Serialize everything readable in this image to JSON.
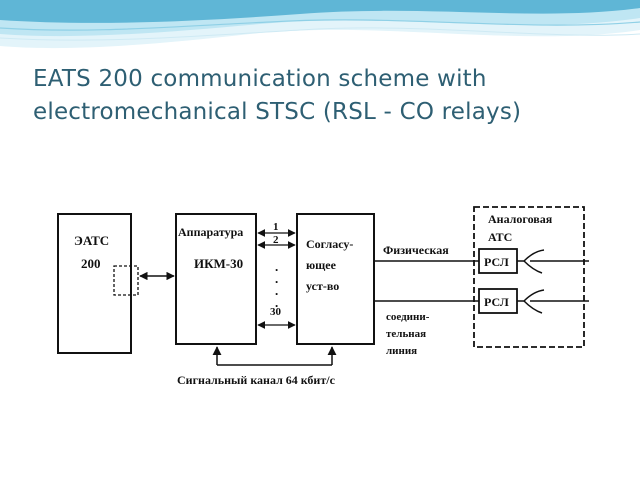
{
  "slide": {
    "title_line1": "EATS 200 communication scheme with",
    "title_line2": "electromechanical STSC (RSL - CO relays)"
  },
  "colors": {
    "title": "#2e5f73",
    "header_wave_dark": "#5fb6d6",
    "header_wave_light": "#bfe6f3",
    "header_wave_pale": "#e3f4fa"
  },
  "diagram": {
    "eats": {
      "line1": "ЭАТС",
      "line2": "200"
    },
    "pcm": {
      "line1": "Аппаратура",
      "line2": "ИКМ-30"
    },
    "channels": {
      "c1": "1",
      "c2": "2",
      "dots": ".",
      "c30": "30"
    },
    "coord": {
      "line1": "Согласу-",
      "line2": "ющее",
      "line3": "уст-во"
    },
    "physical_line": {
      "line1": "Физическая",
      "line2": "соедини-",
      "line3": "тельная",
      "line4": "линия"
    },
    "analog": {
      "line1": "Аналоговая",
      "line2": "АТС"
    },
    "rsl1": "РСЛ",
    "rsl2": "РСЛ",
    "signal_channel": "Сигнальный канал 64 кбит/с"
  }
}
